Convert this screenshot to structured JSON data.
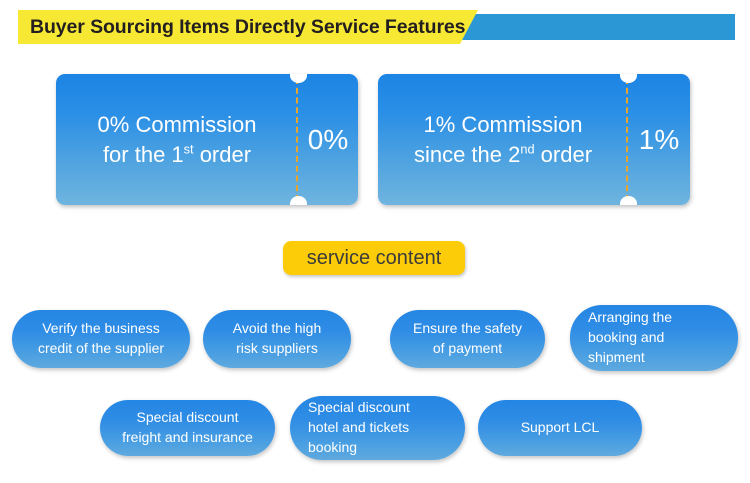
{
  "header": {
    "title": "Buyer Sourcing Items Directly Service Features",
    "tab_color": "#f7e833",
    "bar_color": "#2b97d4",
    "title_color": "#231f20"
  },
  "tickets": [
    {
      "main_line1": "0% Commission",
      "main_line2_pre": "for the 1",
      "main_line2_sup": "st",
      "main_line2_post": " order",
      "stub": "0%",
      "dash_color": "#e8a52a"
    },
    {
      "main_line1": "1% Commission",
      "main_line2_pre": "since the 2",
      "main_line2_sup": "nd",
      "main_line2_post": " order",
      "stub": "1%",
      "dash_color": "#e8a52a"
    }
  ],
  "section": {
    "badge_label": "service content",
    "badge_color": "#fdcc08",
    "badge_text_color": "#3b3b3b"
  },
  "services": {
    "row1": [
      {
        "label": "Verify the business\ncredit of the supplier",
        "align": "center"
      },
      {
        "label": "Avoid  the  high\nrisk suppliers",
        "align": "center"
      },
      {
        "label": "Ensure the safety\nof payment",
        "align": "center"
      },
      {
        "label": "Arranging the\nbooking and\nshipment",
        "align": "left"
      }
    ],
    "row2": [
      {
        "label": "Special discount\nfreight and insurance",
        "align": "center"
      },
      {
        "label": "Special discount\nhotel and tickets\nbooking",
        "align": "left"
      },
      {
        "label": "Support LCL",
        "align": "center"
      }
    ]
  },
  "palette": {
    "pill_gradient_top": "#2486e4",
    "pill_gradient_bottom": "#5fa9de",
    "ticket_gradient_top": "#1c84e4",
    "ticket_gradient_bottom": "#6fb4df",
    "background": "#ffffff"
  }
}
